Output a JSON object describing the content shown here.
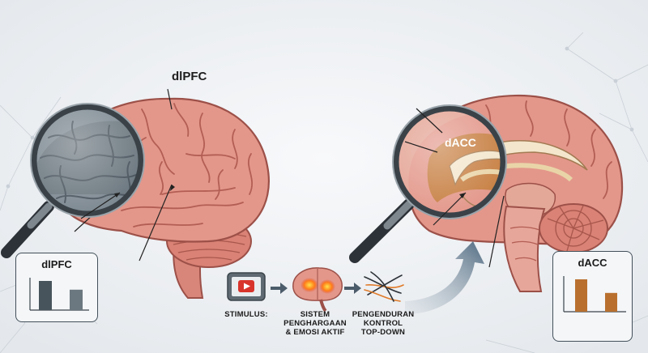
{
  "labels": {
    "left_region": "dlPFC",
    "right_region": "dACC"
  },
  "cards": {
    "left": {
      "title": "dlPFC",
      "values": [
        1.0,
        0.7
      ]
    },
    "right": {
      "title": "dACC",
      "values": [
        1.0,
        0.58
      ]
    }
  },
  "flow": {
    "step1": "STIMULUS:",
    "step2_line1": "SISTEM",
    "step2_line2": "PENGHARGAAN",
    "step2_line3": "& EMOSI AKTIF",
    "step3_line1": "PENGENDURAN",
    "step3_line2": "KONTROL",
    "step3_line3": "TOP-DOWN"
  },
  "colors": {
    "brain": "#e3978a",
    "brain_dark": "#b55f55",
    "lens_gray": "#6f7b84",
    "dacc_orange": "#c27a35",
    "bar_gray": "#6c787f",
    "bar_dark": "#48545c",
    "bar_orange": "#b9702f"
  }
}
